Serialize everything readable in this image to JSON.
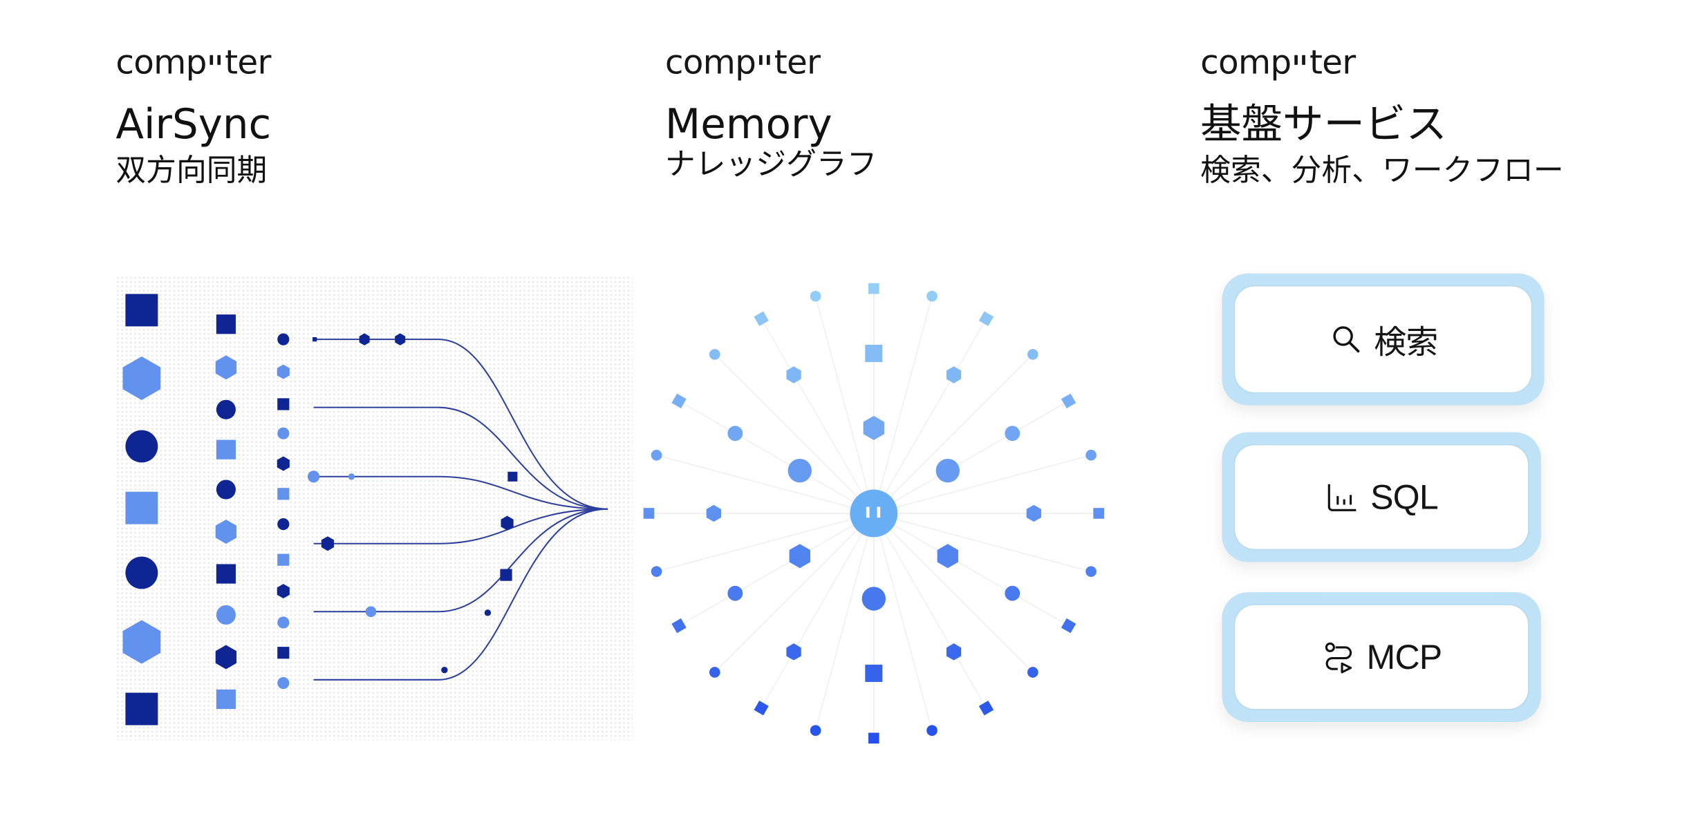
{
  "columns": [
    {
      "logo": "computer",
      "title": "AirSync",
      "subtitle": "双方向同期"
    },
    {
      "logo": "computer",
      "title": "Memory",
      "subtitle": "ナレッジグラフ"
    },
    {
      "logo": "computer",
      "title": "基盤サービス",
      "subtitle": "検索、分析、ワークフロー"
    }
  ],
  "services": [
    {
      "label": "検索",
      "icon": "search-icon"
    },
    {
      "label": "SQL",
      "icon": "bar-chart-icon"
    },
    {
      "label": "MCP",
      "icon": "workflow-icon"
    }
  ],
  "colors": {
    "navy": "#0f2594",
    "light_blue": "#6391ee",
    "graph_light": "#95cff7",
    "graph_dark": "#2450ea",
    "graph_center": "#68aef5",
    "service_border": "#bfe2f6"
  }
}
